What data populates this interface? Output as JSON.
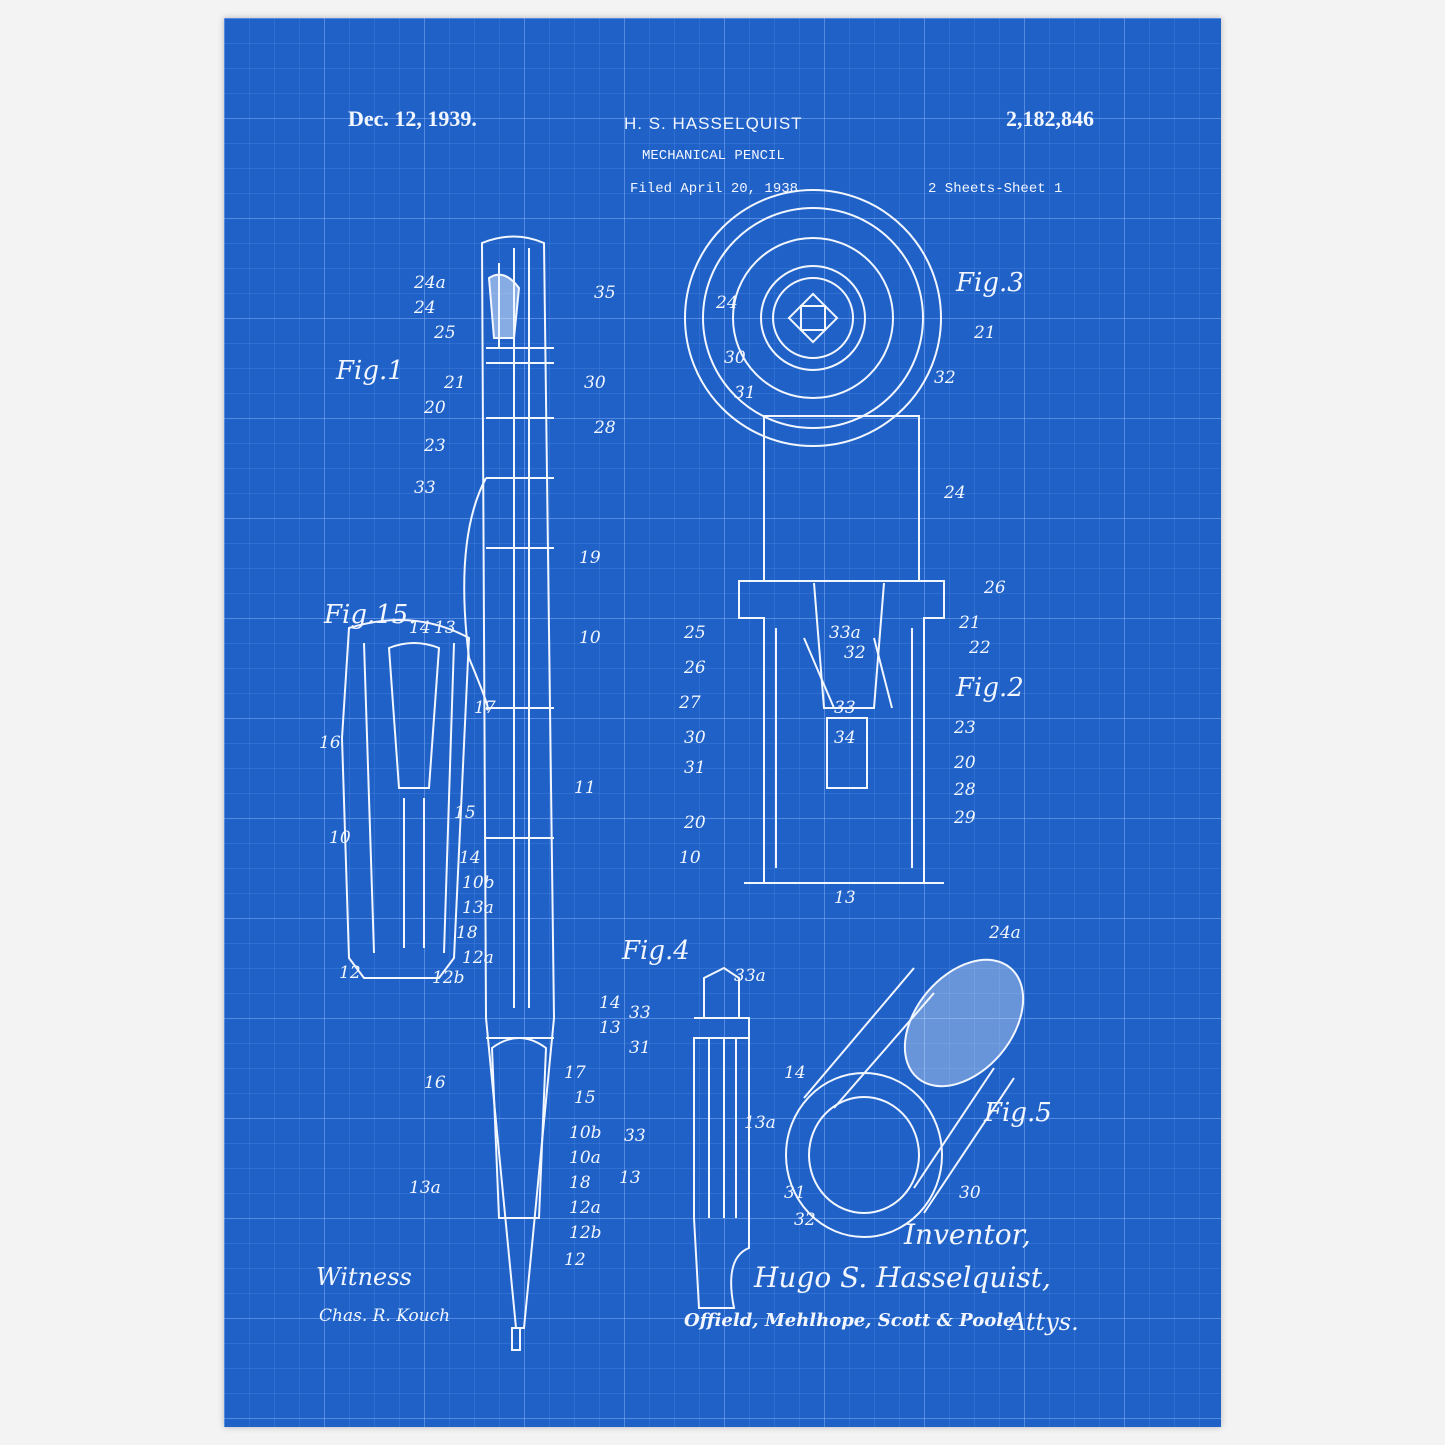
{
  "header": {
    "date": "Dec. 12, 1939.",
    "inventor_name": "H. S. HASSELQUIST",
    "title": "MECHANICAL PENCIL",
    "filed": "Filed April 20, 1938",
    "patent_number": "2,182,846",
    "sheets": "2 Sheets-Sheet 1"
  },
  "figures": [
    "Fig.1",
    "Fig.15.",
    "Fig.3",
    "Fig.2",
    "Fig.4",
    "Fig.5"
  ],
  "refs": [
    "24a",
    "24",
    "25",
    "21",
    "20",
    "23",
    "33",
    "35",
    "30",
    "28",
    "19",
    "10",
    "11",
    "14",
    "13",
    "17",
    "16",
    "15",
    "10b",
    "10a",
    "18",
    "13a",
    "12a",
    "12b",
    "12",
    "14",
    "13",
    "17",
    "16",
    "15",
    "10",
    "14",
    "10b",
    "13a",
    "18",
    "12a",
    "12",
    "12b",
    "24",
    "30",
    "31",
    "32",
    "21",
    "24",
    "26",
    "21",
    "22",
    "25",
    "26",
    "27",
    "30",
    "31",
    "20",
    "10",
    "33a",
    "32",
    "33",
    "34",
    "23",
    "20",
    "28",
    "29",
    "13",
    "33a",
    "33",
    "31",
    "14",
    "13a",
    "33",
    "13",
    "24a",
    "30",
    "31",
    "32"
  ],
  "signatures": {
    "witness_label": "Witness",
    "witness_signature": "Chas. R. Kouch",
    "inventor_label": "Inventor,",
    "inventor_signature": "Hugo S. Hasselquist,",
    "attorneys": "Offield, Mehlhope, Scott & Poole",
    "attorneys_suffix": "Attys."
  },
  "colors": {
    "blueprint": "#1f61c6",
    "line": "#f2f6ff",
    "page": "#f3f3f3"
  }
}
